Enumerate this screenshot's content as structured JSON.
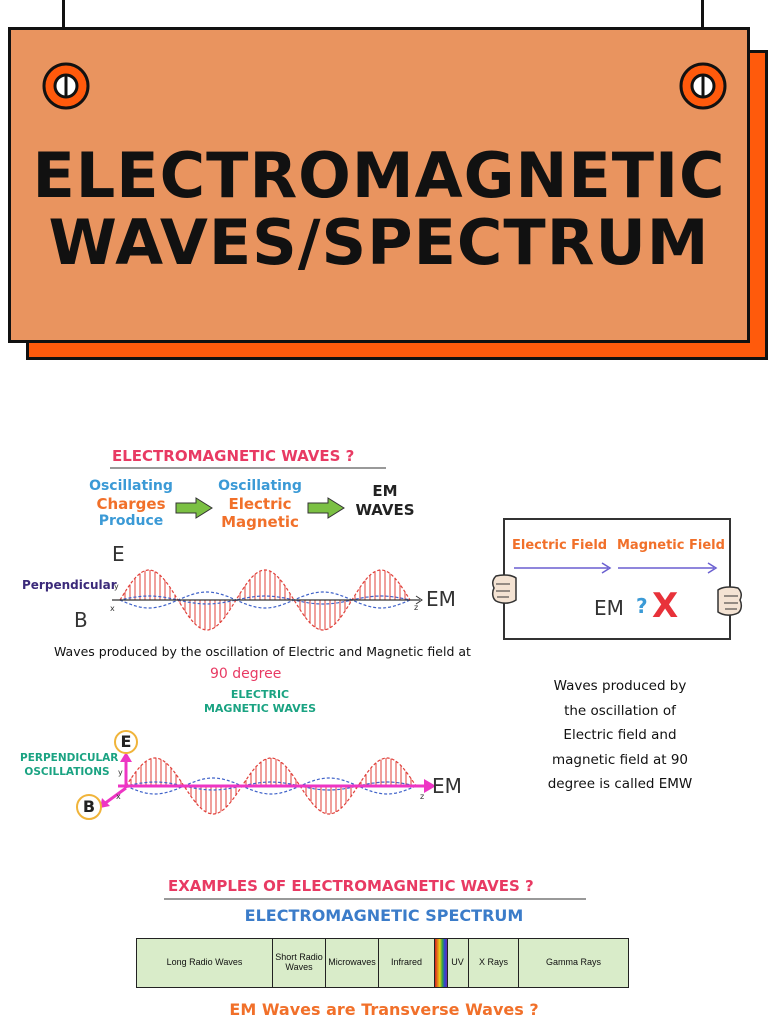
{
  "banner": {
    "title_line1": "ELECTROMAGNETIC",
    "title_line2": "WAVES/SPECTRUM"
  },
  "em_waves": {
    "heading": "ELECTROMAGNETIC WAVES ?",
    "flow": {
      "step1_line1": "Oscillating",
      "step1_line2": "Charges",
      "step1_line3": "Produce",
      "step2_line1": "Oscillating",
      "step2_line2": "Electric",
      "step2_line3": "Magnetic",
      "step3_line1": "EM",
      "step3_line2": "WAVES"
    },
    "diagram1": {
      "label_e": "E",
      "label_b": "B",
      "label_perpendicular": "Perpendicular",
      "label_em": "EM",
      "axis_y": "y",
      "axis_x": "x",
      "axis_z": "z"
    },
    "caption": "Waves produced by the oscillation of Electric and Magnetic field at",
    "caption_degree": "90 degree",
    "subheading_line1": "ELECTRIC",
    "subheading_line2": "MAGNETIC WAVES",
    "diagram2": {
      "label_e": "E",
      "label_b": "B",
      "label_perp_line1": "PERPENDICULAR",
      "label_perp_line2": "OSCILLATIONS",
      "label_em": "EM",
      "axis_y": "y",
      "axis_x": "x",
      "axis_z": "z"
    }
  },
  "sign": {
    "electric_field": "Electric Field",
    "magnetic_field": "Magnetic Field",
    "em_q": "EM",
    "question": "?",
    "cross": "X"
  },
  "definition": {
    "line1": "Waves produced by",
    "line2": "the oscillation of",
    "line3": "Electric field and",
    "line4": "magnetic field at 90",
    "line5": "degree is called EMW"
  },
  "examples": {
    "heading": "EXAMPLES OF ELECTROMAGNETIC WAVES ?",
    "spectrum_heading": "ELECTROMAGNETIC SPECTRUM",
    "spectrum": [
      {
        "label": "Long Radio Waves"
      },
      {
        "label": "Short Radio Waves"
      },
      {
        "label": "Microwaves"
      },
      {
        "label": "Infrared"
      },
      {
        "label": "UV"
      },
      {
        "label": "X Rays"
      },
      {
        "label": "Gamma Rays"
      }
    ],
    "footer_question": "EM Waves are Transverse Waves ?"
  },
  "colors": {
    "banner_fill": "#e9945f",
    "banner_shadow": "#ff5a0c",
    "heading_pink": "#e83a63",
    "flow_blue": "#3b9ad6",
    "flow_orange": "#f1702a",
    "electric_red": "#e0403a",
    "magnetic_blue": "#3f62c9",
    "arrow_magenta": "#ee35c4",
    "spectrum_green": "#d9ecc9",
    "teal": "#1aa382"
  }
}
